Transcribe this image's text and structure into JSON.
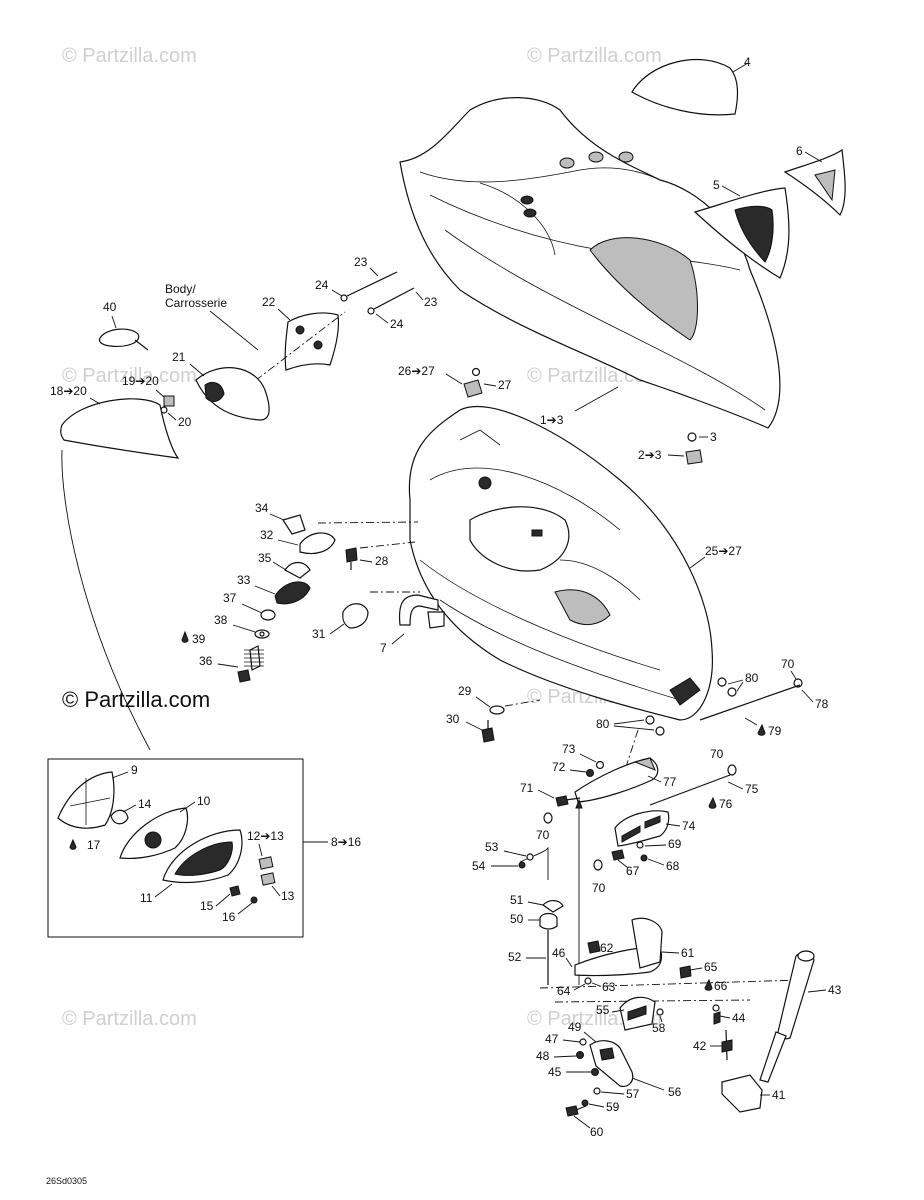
{
  "watermarks": {
    "faint": [
      "© Partzilla.com",
      "© Partzilla.com",
      "© Partzilla.com",
      "© Partzilla.com",
      "© Partzilla.com",
      "© Partzilla.com",
      "© Partzilla.com",
      "© Partzilla.com"
    ],
    "main": "© Partzilla.com"
  },
  "body_label": {
    "line1": "Body/",
    "line2": "Carrosserie"
  },
  "reference_code": "26Sd0305",
  "callouts": {
    "c4": "4",
    "c6": "6",
    "c5": "5",
    "c1": "1➔3",
    "c3a": "3",
    "c2": "2➔3",
    "c23a": "23",
    "c23b": "23",
    "c24a": "24",
    "c24b": "24",
    "c22": "22",
    "c40": "40",
    "c21": "21",
    "c19": "19➔20",
    "c18": "18➔20",
    "c20": "20",
    "c26": "26➔27",
    "c27": "27",
    "c25": "25➔27",
    "c34": "34",
    "c32": "32",
    "c28": "28",
    "c35": "35",
    "c33": "33",
    "c37": "37",
    "c38": "38",
    "c39": "39",
    "c36": "36",
    "c31": "31",
    "c7": "7",
    "c29": "29",
    "c30": "30",
    "c80a": "80",
    "c80b": "80",
    "c70a": "70",
    "c78": "78",
    "c79": "79",
    "c73": "73",
    "c72": "72",
    "c77": "77",
    "c71": "71",
    "c70b": "70",
    "c70c": "70",
    "c75": "75",
    "c76": "76",
    "c74": "74",
    "c53": "53",
    "c54": "54",
    "c69": "69",
    "c68": "68",
    "c67": "67",
    "c70d": "70",
    "c9": "9",
    "c14": "14",
    "c10": "10",
    "c17": "17",
    "c12": "12➔13",
    "c8": "8➔16",
    "c11": "11",
    "c13": "13",
    "c15": "15",
    "c16": "16",
    "c51": "51",
    "c50": "50",
    "c52": "52",
    "c46": "46",
    "c62": "62",
    "c61": "61",
    "c63": "63",
    "c64": "64",
    "c65": "65",
    "c66": "66",
    "c55": "55",
    "c58": "58",
    "c43": "43",
    "c44": "44",
    "c49": "49",
    "c47": "47",
    "c42": "42",
    "c48": "48",
    "c45": "45",
    "c56": "56",
    "c41": "41",
    "c57": "57",
    "c59": "59",
    "c60": "60"
  }
}
